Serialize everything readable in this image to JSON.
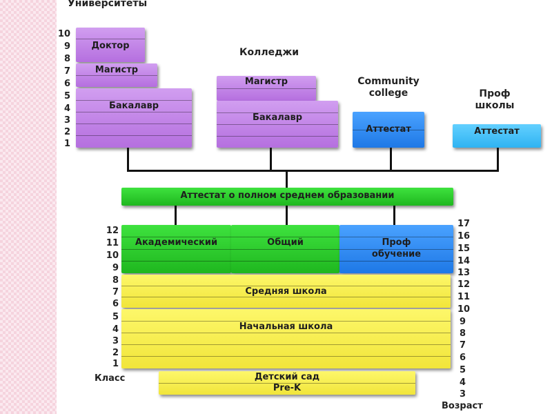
{
  "titles": {
    "universities": "Университеты",
    "colleges": "Колледжи",
    "community_college": [
      "Community",
      "college"
    ],
    "prof_schools": [
      "Проф",
      "школы"
    ]
  },
  "blocks": {
    "univ_doctor": "Доктор",
    "univ_master": "Магистр",
    "univ_bachelor": "Бакалавр",
    "coll_master": "Магистр",
    "coll_bachelor": "Бакалавр",
    "cc_certificate": "Аттестат",
    "prof_certificate": "Аттестат",
    "diploma": "Аттестат о полном среднем образовании",
    "academic": "Академический",
    "general": "Общий",
    "vocational": [
      "Проф",
      "обучение"
    ],
    "middle_school": "Средняя школа",
    "elementary": "Начальная школа",
    "kindergarten": [
      "Детский сад",
      "Pre-K"
    ]
  },
  "axes": {
    "years": [
      "10",
      "9",
      "8",
      "7",
      "6",
      "5",
      "4",
      "3",
      "2",
      "1"
    ],
    "grades": [
      "12",
      "11",
      "10",
      "9",
      "8",
      "7",
      "6",
      "5",
      "4",
      "3",
      "2",
      "1"
    ],
    "grade_label": "Класс",
    "ages": [
      "17",
      "16",
      "15",
      "14",
      "13",
      "12",
      "11",
      "10",
      "9",
      "8",
      "7",
      "6",
      "5",
      "4",
      "3"
    ],
    "age_label": "Возраст"
  },
  "colors": {
    "purple": "#c58ae9",
    "green": "#2ccd2c",
    "blue": "#2f8cf5",
    "cyan": "#45c2f8",
    "yellow": "#f8ee50",
    "sidebar": "#fbe9ef"
  }
}
